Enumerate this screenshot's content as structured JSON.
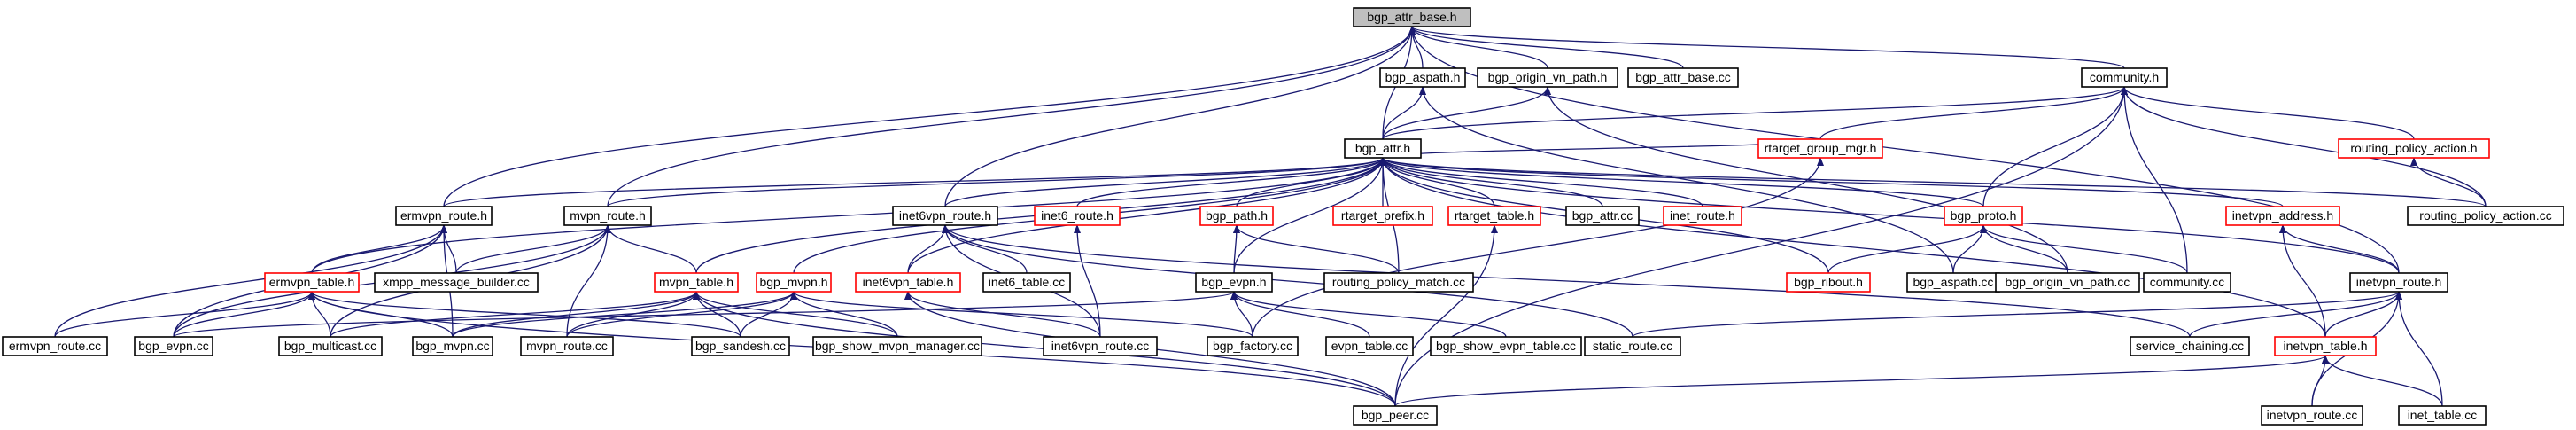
{
  "graph": {
    "colors": {
      "edge": "#191970",
      "root_fill": "#bfbfbf",
      "red_border": "#ff0000",
      "border": "#000000"
    },
    "nodes": [
      {
        "id": "bgp_attr_base_h",
        "label": "bgp_attr_base.h",
        "style": "root"
      },
      {
        "id": "bgp_aspath_h",
        "label": "bgp_aspath.h",
        "style": "normal"
      },
      {
        "id": "bgp_origin_vn_path_h",
        "label": "bgp_origin_vn_path.h",
        "style": "normal"
      },
      {
        "id": "bgp_attr_base_cc",
        "label": "bgp_attr_base.cc",
        "style": "normal"
      },
      {
        "id": "community_h",
        "label": "community.h",
        "style": "normal"
      },
      {
        "id": "bgp_attr_h",
        "label": "bgp_attr.h",
        "style": "normal"
      },
      {
        "id": "rtarget_group_mgr_h",
        "label": "rtarget_group_mgr.h",
        "style": "red"
      },
      {
        "id": "routing_policy_action_h",
        "label": "routing_policy_action.h",
        "style": "red"
      },
      {
        "id": "ermvpn_route_h",
        "label": "ermvpn_route.h",
        "style": "normal"
      },
      {
        "id": "mvpn_route_h",
        "label": "mvpn_route.h",
        "style": "normal"
      },
      {
        "id": "inet6vpn_route_h",
        "label": "inet6vpn_route.h",
        "style": "normal"
      },
      {
        "id": "inet6_route_h",
        "label": "inet6_route.h",
        "style": "red"
      },
      {
        "id": "bgp_path_h",
        "label": "bgp_path.h",
        "style": "red"
      },
      {
        "id": "rtarget_prefix_h",
        "label": "rtarget_prefix.h",
        "style": "red"
      },
      {
        "id": "rtarget_table_h",
        "label": "rtarget_table.h",
        "style": "red"
      },
      {
        "id": "bgp_attr_cc",
        "label": "bgp_attr.cc",
        "style": "normal"
      },
      {
        "id": "inet_route_h",
        "label": "inet_route.h",
        "style": "red"
      },
      {
        "id": "bgp_proto_h",
        "label": "bgp_proto.h",
        "style": "red"
      },
      {
        "id": "inetvpn_address_h",
        "label": "inetvpn_address.h",
        "style": "red"
      },
      {
        "id": "routing_policy_action_cc",
        "label": "routing_policy_action.cc",
        "style": "normal"
      },
      {
        "id": "ermvpn_table_h",
        "label": "ermvpn_table.h",
        "style": "red"
      },
      {
        "id": "xmpp_message_builder_cc",
        "label": "xmpp_message_builder.cc",
        "style": "normal"
      },
      {
        "id": "mvpn_table_h",
        "label": "mvpn_table.h",
        "style": "red"
      },
      {
        "id": "bgp_mvpn_h",
        "label": "bgp_mvpn.h",
        "style": "red"
      },
      {
        "id": "inet6vpn_table_h",
        "label": "inet6vpn_table.h",
        "style": "red"
      },
      {
        "id": "inet6_table_cc",
        "label": "inet6_table.cc",
        "style": "normal"
      },
      {
        "id": "bgp_evpn_h",
        "label": "bgp_evpn.h",
        "style": "normal"
      },
      {
        "id": "routing_policy_match_cc",
        "label": "routing_policy_match.cc",
        "style": "normal"
      },
      {
        "id": "bgp_ribout_h",
        "label": "bgp_ribout.h",
        "style": "red"
      },
      {
        "id": "bgp_aspath_cc",
        "label": "bgp_aspath.cc",
        "style": "normal"
      },
      {
        "id": "bgp_origin_vn_path_cc",
        "label": "bgp_origin_vn_path.cc",
        "style": "normal"
      },
      {
        "id": "community_cc",
        "label": "community.cc",
        "style": "normal"
      },
      {
        "id": "inetvpn_route_h",
        "label": "inetvpn_route.h",
        "style": "normal"
      },
      {
        "id": "ermvpn_route_cc",
        "label": "ermvpn_route.cc",
        "style": "normal"
      },
      {
        "id": "bgp_evpn_cc",
        "label": "bgp_evpn.cc",
        "style": "normal"
      },
      {
        "id": "bgp_multicast_cc",
        "label": "bgp_multicast.cc",
        "style": "normal"
      },
      {
        "id": "bgp_mvpn_cc",
        "label": "bgp_mvpn.cc",
        "style": "normal"
      },
      {
        "id": "mvpn_route_cc",
        "label": "mvpn_route.cc",
        "style": "normal"
      },
      {
        "id": "bgp_sandesh_cc",
        "label": "bgp_sandesh.cc",
        "style": "normal"
      },
      {
        "id": "bgp_show_mvpn_manager_cc",
        "label": "bgp_show_mvpn_manager.cc",
        "style": "normal"
      },
      {
        "id": "inet6vpn_route_cc",
        "label": "inet6vpn_route.cc",
        "style": "normal"
      },
      {
        "id": "bgp_factory_cc",
        "label": "bgp_factory.cc",
        "style": "normal"
      },
      {
        "id": "evpn_table_cc",
        "label": "evpn_table.cc",
        "style": "normal"
      },
      {
        "id": "bgp_show_evpn_table_cc",
        "label": "bgp_show_evpn_table.cc",
        "style": "normal"
      },
      {
        "id": "static_route_cc",
        "label": "static_route.cc",
        "style": "normal"
      },
      {
        "id": "service_chaining_cc",
        "label": "service_chaining.cc",
        "style": "normal"
      },
      {
        "id": "inetvpn_table_h",
        "label": "inetvpn_table.h",
        "style": "red"
      },
      {
        "id": "bgp_peer_cc",
        "label": "bgp_peer.cc",
        "style": "normal"
      },
      {
        "id": "inetvpn_route_cc",
        "label": "inetvpn_route.cc",
        "style": "normal"
      },
      {
        "id": "inet_table_cc",
        "label": "inet_table.cc",
        "style": "normal"
      }
    ],
    "edges": [
      [
        "bgp_aspath_h",
        "bgp_attr_base_h"
      ],
      [
        "bgp_origin_vn_path_h",
        "bgp_attr_base_h"
      ],
      [
        "bgp_attr_base_cc",
        "bgp_attr_base_h"
      ],
      [
        "community_h",
        "bgp_attr_base_h"
      ],
      [
        "bgp_attr_h",
        "bgp_attr_base_h"
      ],
      [
        "ermvpn_route_h",
        "bgp_attr_base_h"
      ],
      [
        "mvpn_route_h",
        "bgp_attr_base_h"
      ],
      [
        "inet6vpn_route_h",
        "bgp_attr_base_h"
      ],
      [
        "inetvpn_route_h",
        "bgp_attr_base_h"
      ],
      [
        "bgp_attr_h",
        "bgp_aspath_h"
      ],
      [
        "bgp_attr_h",
        "bgp_origin_vn_path_h"
      ],
      [
        "bgp_attr_h",
        "community_h"
      ],
      [
        "bgp_aspath_cc",
        "bgp_aspath_h"
      ],
      [
        "bgp_origin_vn_path_cc",
        "bgp_origin_vn_path_h"
      ],
      [
        "rtarget_group_mgr_h",
        "community_h"
      ],
      [
        "routing_policy_action_h",
        "community_h"
      ],
      [
        "routing_policy_action_cc",
        "community_h"
      ],
      [
        "community_cc",
        "community_h"
      ],
      [
        "bgp_proto_h",
        "community_h"
      ],
      [
        "bgp_peer_cc",
        "community_h"
      ],
      [
        "routing_policy_action_cc",
        "routing_policy_action_h"
      ],
      [
        "rtarget_group_mgr_h",
        "bgp_attr_h"
      ],
      [
        "ermvpn_route_h",
        "bgp_attr_h"
      ],
      [
        "mvpn_route_h",
        "bgp_attr_h"
      ],
      [
        "inet6vpn_route_h",
        "bgp_attr_h"
      ],
      [
        "inet6_route_h",
        "bgp_attr_h"
      ],
      [
        "bgp_path_h",
        "bgp_attr_h"
      ],
      [
        "rtarget_prefix_h",
        "bgp_attr_h"
      ],
      [
        "rtarget_table_h",
        "bgp_attr_h"
      ],
      [
        "bgp_attr_cc",
        "bgp_attr_h"
      ],
      [
        "inet_route_h",
        "bgp_attr_h"
      ],
      [
        "bgp_proto_h",
        "bgp_attr_h"
      ],
      [
        "inetvpn_address_h",
        "bgp_attr_h"
      ],
      [
        "routing_policy_action_cc",
        "bgp_attr_h"
      ],
      [
        "ermvpn_table_h",
        "bgp_attr_h"
      ],
      [
        "mvpn_table_h",
        "bgp_attr_h"
      ],
      [
        "bgp_mvpn_h",
        "bgp_attr_h"
      ],
      [
        "inet6vpn_table_h",
        "bgp_attr_h"
      ],
      [
        "bgp_evpn_h",
        "bgp_attr_h"
      ],
      [
        "routing_policy_match_cc",
        "bgp_attr_h"
      ],
      [
        "bgp_ribout_h",
        "bgp_attr_h"
      ],
      [
        "inetvpn_route_h",
        "bgp_attr_h"
      ],
      [
        "inetvpn_table_h",
        "bgp_attr_h"
      ],
      [
        "bgp_factory_cc",
        "rtarget_group_mgr_h"
      ],
      [
        "ermvpn_table_h",
        "ermvpn_route_h"
      ],
      [
        "xmpp_message_builder_cc",
        "ermvpn_route_h"
      ],
      [
        "ermvpn_route_cc",
        "ermvpn_route_h"
      ],
      [
        "bgp_evpn_cc",
        "ermvpn_route_h"
      ],
      [
        "bgp_mvpn_cc",
        "ermvpn_route_h"
      ],
      [
        "mvpn_table_h",
        "mvpn_route_h"
      ],
      [
        "xmpp_message_builder_cc",
        "mvpn_route_h"
      ],
      [
        "mvpn_route_cc",
        "mvpn_route_h"
      ],
      [
        "bgp_multicast_cc",
        "mvpn_route_h"
      ],
      [
        "bgp_evpn_cc",
        "mvpn_route_h"
      ],
      [
        "inet6vpn_table_h",
        "inet6vpn_route_h"
      ],
      [
        "inet6_table_cc",
        "inet6vpn_route_h"
      ],
      [
        "inet6vpn_route_cc",
        "inet6vpn_route_h"
      ],
      [
        "static_route_cc",
        "inet6vpn_route_h"
      ],
      [
        "service_chaining_cc",
        "inet6vpn_route_h"
      ],
      [
        "inet6vpn_route_cc",
        "inet6_route_h"
      ],
      [
        "bgp_evpn_h",
        "bgp_path_h"
      ],
      [
        "routing_policy_match_cc",
        "bgp_path_h"
      ],
      [
        "bgp_peer_cc",
        "rtarget_table_h"
      ],
      [
        "bgp_ribout_h",
        "bgp_proto_h"
      ],
      [
        "bgp_aspath_cc",
        "bgp_proto_h"
      ],
      [
        "bgp_origin_vn_path_cc",
        "bgp_proto_h"
      ],
      [
        "community_cc",
        "bgp_proto_h"
      ],
      [
        "inetvpn_route_h",
        "inetvpn_address_h"
      ],
      [
        "inetvpn_table_h",
        "inetvpn_address_h"
      ],
      [
        "ermvpn_route_cc",
        "ermvpn_table_h"
      ],
      [
        "bgp_evpn_cc",
        "ermvpn_table_h"
      ],
      [
        "bgp_multicast_cc",
        "ermvpn_table_h"
      ],
      [
        "bgp_mvpn_cc",
        "ermvpn_table_h"
      ],
      [
        "bgp_sandesh_cc",
        "ermvpn_table_h"
      ],
      [
        "bgp_peer_cc",
        "ermvpn_table_h"
      ],
      [
        "bgp_mvpn_cc",
        "mvpn_table_h"
      ],
      [
        "mvpn_route_cc",
        "mvpn_table_h"
      ],
      [
        "bgp_multicast_cc",
        "mvpn_table_h"
      ],
      [
        "bgp_sandesh_cc",
        "mvpn_table_h"
      ],
      [
        "bgp_show_mvpn_manager_cc",
        "mvpn_table_h"
      ],
      [
        "bgp_peer_cc",
        "mvpn_table_h"
      ],
      [
        "bgp_mvpn_cc",
        "bgp_mvpn_h"
      ],
      [
        "mvpn_route_cc",
        "bgp_mvpn_h"
      ],
      [
        "bgp_sandesh_cc",
        "bgp_mvpn_h"
      ],
      [
        "bgp_show_mvpn_manager_cc",
        "bgp_mvpn_h"
      ],
      [
        "bgp_factory_cc",
        "bgp_mvpn_h"
      ],
      [
        "inet6vpn_route_cc",
        "inet6vpn_table_h"
      ],
      [
        "bgp_peer_cc",
        "inet6vpn_table_h"
      ],
      [
        "bgp_evpn_cc",
        "bgp_evpn_h"
      ],
      [
        "bgp_factory_cc",
        "bgp_evpn_h"
      ],
      [
        "evpn_table_cc",
        "bgp_evpn_h"
      ],
      [
        "bgp_show_evpn_table_cc",
        "bgp_evpn_h"
      ],
      [
        "inetvpn_table_h",
        "inetvpn_route_h"
      ],
      [
        "service_chaining_cc",
        "inetvpn_route_h"
      ],
      [
        "static_route_cc",
        "inetvpn_route_h"
      ],
      [
        "inetvpn_route_cc",
        "inetvpn_route_h"
      ],
      [
        "inet_table_cc",
        "inetvpn_route_h"
      ],
      [
        "bgp_peer_cc",
        "inetvpn_table_h"
      ],
      [
        "inetvpn_route_cc",
        "inetvpn_table_h"
      ],
      [
        "inet_table_cc",
        "inetvpn_table_h"
      ]
    ]
  }
}
